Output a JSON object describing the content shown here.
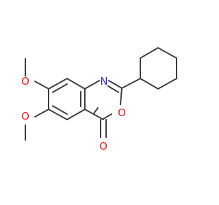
{
  "structure": {
    "atoms": {
      "N": "N",
      "O_ring": "O",
      "O_carbonyl": "O",
      "O_methoxy_upper": "O",
      "O_methoxy_lower": "O"
    },
    "colors": {
      "bond": "#3c3c3c",
      "nitrogen": "#2a2ad6",
      "oxygen": "#ee1a1a",
      "background": "#ffffff"
    }
  }
}
